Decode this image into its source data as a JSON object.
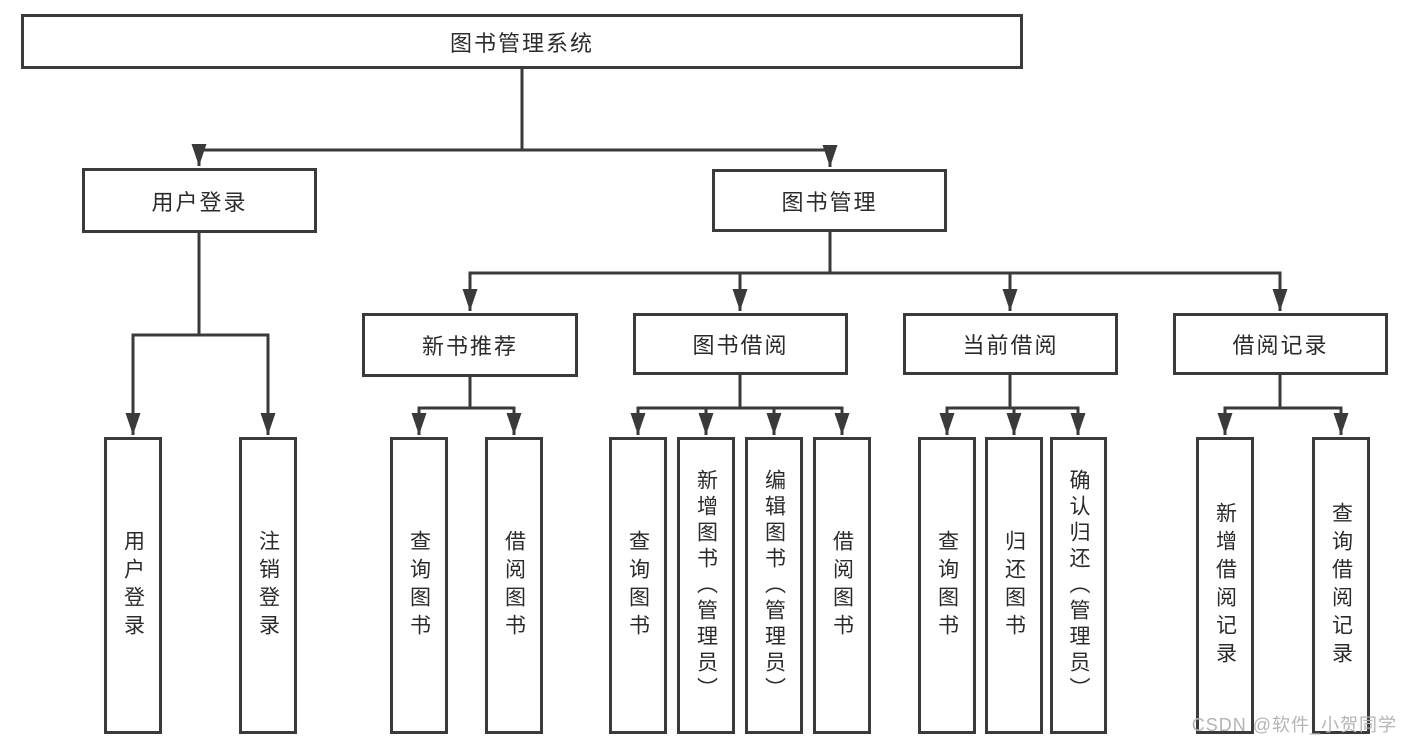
{
  "diagram": {
    "root_label": "图书管理系统",
    "user_login": {
      "label": "用户登录",
      "children": [
        "用户登录",
        "注销登录"
      ]
    },
    "book_mgmt": {
      "label": "图书管理",
      "sections": [
        {
          "label": "新书推荐",
          "children": [
            "查询图书",
            "借阅图书"
          ]
        },
        {
          "label": "图书借阅",
          "children": [
            "查询图书",
            "新增图书（管理员）",
            "编辑图书（管理员）",
            "借阅图书"
          ]
        },
        {
          "label": "当前借阅",
          "children": [
            "查询图书",
            "归还图书",
            "确认归还（管理员）"
          ]
        },
        {
          "label": "借阅记录",
          "children": [
            "新增借阅记录",
            "查询借阅记录"
          ]
        }
      ]
    }
  },
  "watermark": "CSDN @软件_小贺同学",
  "colors": {
    "line": "#3a3a3a",
    "text": "#2b2b2b",
    "watermark": "#b4b4b4",
    "background": "#ffffff"
  }
}
